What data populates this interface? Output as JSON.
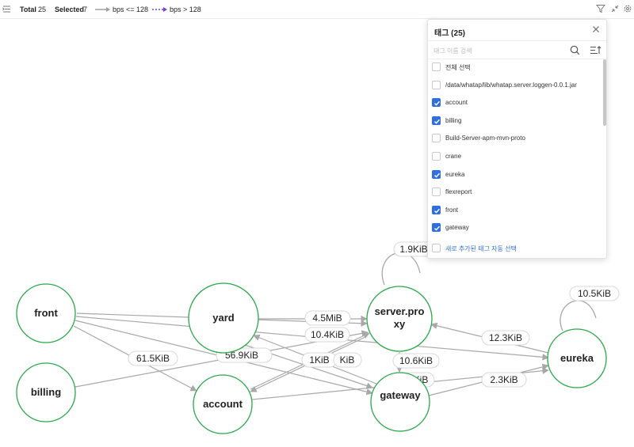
{
  "toolbar": {
    "total_label": "Total",
    "total_value": "25",
    "selected_label": "Selected",
    "selected_value": "7",
    "legend_low": "bps <= 128",
    "legend_high": "bps > 128",
    "legend_low_color": "#9e9e9e",
    "legend_high_color": "#7b3fe4"
  },
  "graph": {
    "node_border_color": "#2aa84a",
    "edge_color": "#a8a8a8",
    "nodes": {
      "front": "front",
      "billing": "billing",
      "yard": "yard",
      "account": "account",
      "server_line1": "server.pro",
      "server_line2": "xy",
      "gateway": "gateway",
      "eureka": "eureka"
    },
    "edge_labels": {
      "server_self": "1.9KiB",
      "eureka_self": "10.5KiB",
      "yard_server": "4.5MiB",
      "e_10_4": "10.4KiB",
      "e_12_3": "12.3KiB",
      "e_61_5": "61.5KiB",
      "e_56_9": "56.9KiB",
      "e_1kib": "1KiB",
      "e_kib_a": "KiB",
      "e_10_6": "10.6KiB",
      "e_kib_b": "KiB",
      "e_2_3": "2.3KiB"
    }
  },
  "tag_panel": {
    "title": "태그 (25)",
    "search_placeholder": "태그 이름 검색",
    "items": [
      {
        "label": "전체 선택",
        "checked": false
      },
      {
        "label": "/data/whatap/lib/whatap.server.loggen-0.0.1.jar",
        "checked": false
      },
      {
        "label": "account",
        "checked": true
      },
      {
        "label": "billing",
        "checked": true
      },
      {
        "label": "Build-Server-apm-mvn-proto",
        "checked": false
      },
      {
        "label": "crane",
        "checked": false
      },
      {
        "label": "eureka",
        "checked": true
      },
      {
        "label": "flexreport",
        "checked": false
      },
      {
        "label": "front",
        "checked": true
      },
      {
        "label": "gateway",
        "checked": true
      }
    ],
    "auto_select_label": "새로 추가된 태그 자동 선택",
    "checkbox_color": "#2f6fe0"
  }
}
